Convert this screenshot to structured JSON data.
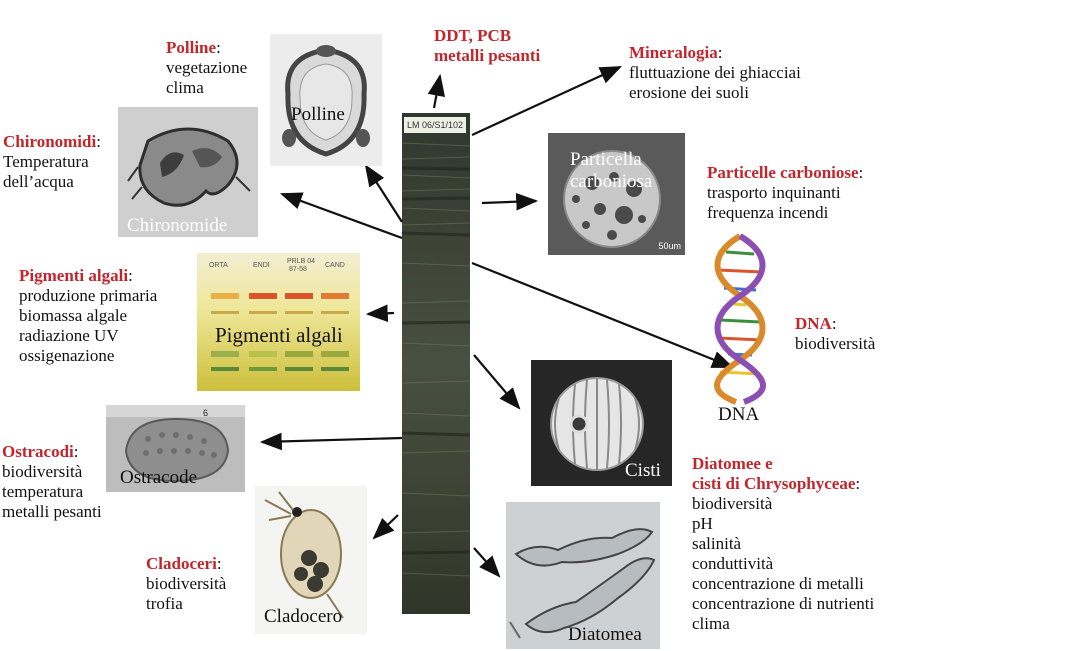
{
  "labels": {
    "polline": {
      "title": "Polline",
      "lines": [
        "vegetazione",
        "clima"
      ]
    },
    "chironomidi": {
      "title": "Chironomidi",
      "lines": [
        "Temperatura",
        "dell’acqua"
      ]
    },
    "ddt": {
      "lines": [
        "DDT, PCB",
        "metalli pesanti"
      ]
    },
    "mineralogia": {
      "title": "Mineralogia",
      "lines": [
        "fluttuazione dei ghiacciai",
        "erosione dei suoli"
      ]
    },
    "carboniose": {
      "title": "Particelle carboniose",
      "lines": [
        "trasporto inquinanti",
        "frequenza incendi"
      ]
    },
    "pigmenti": {
      "title": "Pigmenti algali",
      "lines": [
        "produzione primaria",
        "biomassa algale",
        "radiazione UV",
        "ossigenazione"
      ]
    },
    "dna": {
      "title": "DNA",
      "lines": [
        "biodiversità"
      ]
    },
    "ostracodi": {
      "title": "Ostracodi",
      "lines": [
        "biodiversità",
        "temperatura",
        "metalli pesanti"
      ]
    },
    "cladoceri": {
      "title": "Cladoceri",
      "lines": [
        "biodiversità",
        "trofia"
      ]
    },
    "diatomee": {
      "title1": "Diatomee e",
      "title2": "cisti di Chrysophyceae",
      "lines": [
        "biodiversità",
        "pH",
        "salinità",
        "conduttività",
        "concentrazione di metalli",
        "concentrazione di nutrienti",
        "clima"
      ]
    }
  },
  "captions": {
    "polline": "Polline",
    "chironomide": "Chironomide",
    "particella": [
      "Particella",
      "carboniosa"
    ],
    "pigmenti": "Pigmenti algali",
    "dna": "DNA",
    "cisti": "Cisti",
    "ostracode": "Ostracode",
    "cladocero": "Cladocero",
    "diatomea": "Diatomea"
  },
  "core_tag": "LM 06/S1/102",
  "pigment_plate": {
    "lanes": [
      "ORTA",
      "ENDI",
      "PRLB 04",
      "CAND"
    ],
    "sub": "87-58"
  },
  "scale_bar": "50um",
  "ostracode_number": "6"
}
